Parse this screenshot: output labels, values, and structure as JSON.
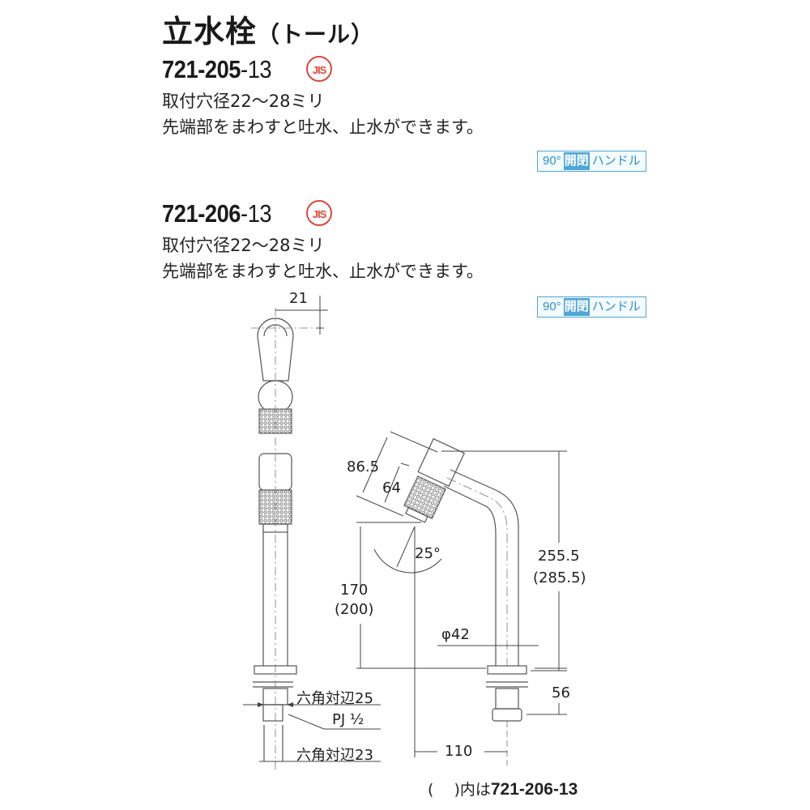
{
  "title": {
    "main": "立水栓",
    "sub": "（トール）"
  },
  "products": [
    {
      "model_main": "721-205",
      "model_suffix": "-13",
      "cert_badge": "JIS",
      "mount_hole": "取付穴径22〜28ミリ",
      "feature": "先端部をまわすと吐水、止水ができます。",
      "handle_badge": {
        "angle": "90°",
        "highlight": "開閉",
        "label": "ハンドル"
      }
    },
    {
      "model_main": "721-206",
      "model_suffix": "-13",
      "cert_badge": "JIS",
      "mount_hole": "取付穴径22〜28ミリ",
      "feature": "先端部をまわすと吐水、止水ができます。",
      "handle_badge": {
        "angle": "90°",
        "highlight": "開閉",
        "label": "ハンドル"
      }
    }
  ],
  "drawing": {
    "dimensions": {
      "top_offset": "21",
      "spout_length": "86.5",
      "tip_length": "64",
      "tilt_angle": "25°",
      "spout_height": "170",
      "spout_height_alt": "(200)",
      "total_height": "255.5",
      "total_height_alt": "(285.5)",
      "pipe_diameter": "φ42",
      "thread_length": "56",
      "reach": "110",
      "hex_nut_upper": "六角対辺25",
      "pipe_thread": "PJ ½",
      "hex_nut_lower": "六角対辺23"
    },
    "footnote": {
      "prefix": "(　 )内は",
      "model": "721-206-13"
    }
  },
  "colors": {
    "line": "#555555",
    "jis_red": "#d9463e",
    "badge_blue": "#4fa7d6"
  }
}
